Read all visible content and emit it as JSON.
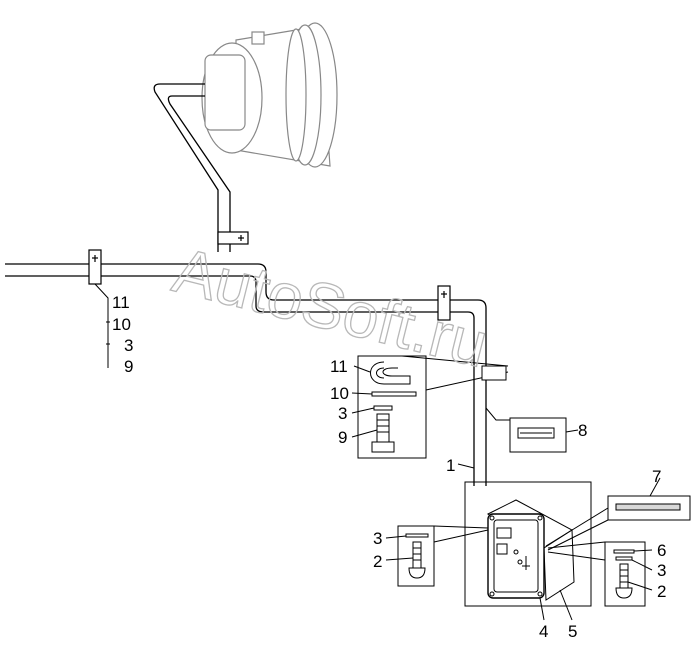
{
  "watermark": "AutoSoft.ru",
  "callouts": {
    "left_stack": [
      "11",
      "10",
      "3",
      "9"
    ],
    "upper_box": [
      "11",
      "10",
      "3",
      "9"
    ],
    "item_1": "1",
    "item_8": "8",
    "item_7": "7",
    "left_bolt": [
      "3",
      "2"
    ],
    "right_bolt": [
      "6",
      "3",
      "2"
    ],
    "item_4": "4",
    "item_5": "5"
  },
  "colors": {
    "line": "#000000",
    "watermark": "#b8b8b8",
    "background": "#ffffff"
  }
}
